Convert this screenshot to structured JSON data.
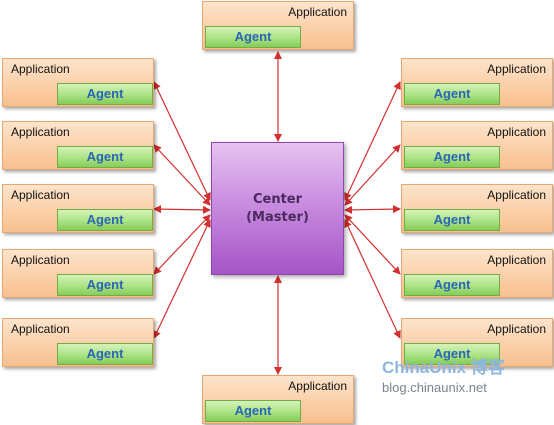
{
  "diagram": {
    "center": {
      "line1": "Center",
      "line2": "(Master)"
    },
    "nodes": [
      {
        "id": "top",
        "side": "top",
        "application": "Application",
        "agent": "Agent"
      },
      {
        "id": "left-1",
        "side": "left",
        "application": "Application",
        "agent": "Agent"
      },
      {
        "id": "left-2",
        "side": "left",
        "application": "Application",
        "agent": "Agent"
      },
      {
        "id": "left-3",
        "side": "left",
        "application": "Application",
        "agent": "Agent"
      },
      {
        "id": "left-4",
        "side": "left",
        "application": "Application",
        "agent": "Agent"
      },
      {
        "id": "left-5",
        "side": "left",
        "application": "Application",
        "agent": "Agent"
      },
      {
        "id": "right-1",
        "side": "right",
        "application": "Application",
        "agent": "Agent"
      },
      {
        "id": "right-2",
        "side": "right",
        "application": "Application",
        "agent": "Agent"
      },
      {
        "id": "right-3",
        "side": "right",
        "application": "Application",
        "agent": "Agent"
      },
      {
        "id": "right-4",
        "side": "right",
        "application": "Application",
        "agent": "Agent"
      },
      {
        "id": "right-5",
        "side": "right",
        "application": "Application",
        "agent": "Agent"
      },
      {
        "id": "bottom",
        "side": "bottom",
        "application": "Application",
        "agent": "Agent"
      }
    ],
    "arrow_color": "#d32f2f"
  },
  "watermark": {
    "logo": "ChinaUnix 博客",
    "url": "blog.chinaunix.net"
  }
}
